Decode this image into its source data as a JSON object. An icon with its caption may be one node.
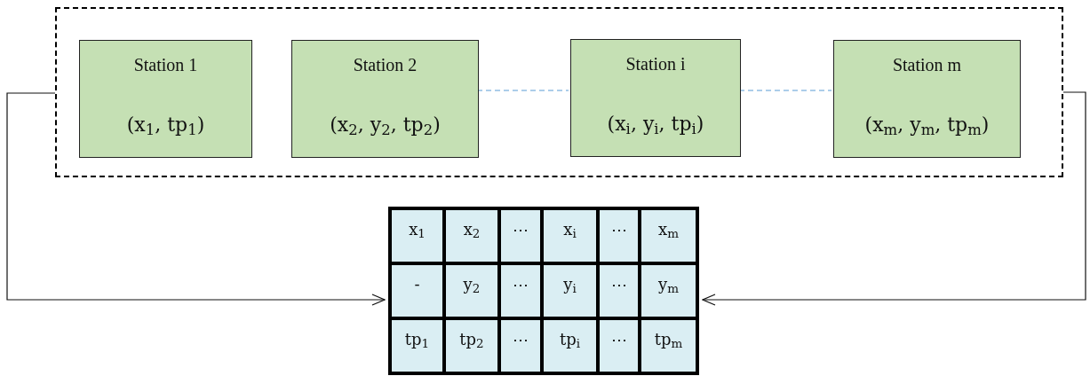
{
  "diagram": {
    "nodes": [
      {
        "text": [],
        "shape": "box"
      },
      {
        "text": [
          "Station 1",
          "(x$_{1}$, tp$_{1}$)"
        ],
        "in": 0
      },
      {
        "text": [
          "Station 2",
          "(x$_{2}$, y$_{2}$, tp$_{2}$)"
        ],
        "in": 0
      },
      {
        "text": [
          "Station i",
          "(x$_{i}$, y$_{i}$, tp$_{i}$)"
        ],
        "in": 0
      },
      {
        "text": [
          "Station m",
          "(x$_{m}$, y$_{m}$, tp$_{m}$)"
        ],
        "in": 0
      },
      {
        "text": [],
        "shape": "box"
      }
    ],
    "edges": [
      {
        "from": 0,
        "to": 5,
        "arrow": "to"
      },
      {
        "from": 0,
        "to": 5,
        "arrow": "to"
      },
      {
        "from": 2,
        "to": 3,
        "arrow": "none",
        "style": "dashed",
        "color": "#5b9bd5"
      },
      {
        "from": 3,
        "to": 4,
        "arrow": "none",
        "style": "dashed",
        "color": "#5b9bd5"
      }
    ],
    "labels": [
      "x$_{1}$",
      "x$_{2}$",
      "⋯",
      "x$_{i}$",
      "⋯",
      "x$_{m}$",
      "-",
      "y$_{2}$",
      "⋯",
      "y$_{i}$",
      "⋯",
      "y$_{m}$",
      "tp$_{1}$",
      "tp$_{2}$",
      "⋯",
      "tp$_{i}$",
      "⋯",
      "tp$_{m}$"
    ]
  }
}
